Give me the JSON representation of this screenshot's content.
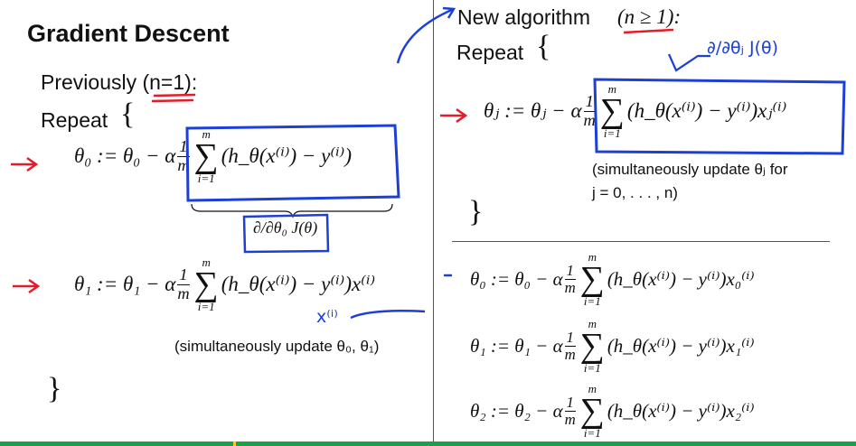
{
  "colors": {
    "ink_blue": "#1d3fd6",
    "ink_red": "#e11d2a",
    "progress": "#16a34a"
  },
  "left": {
    "title": "Gradient Descent",
    "previously": "Previously (n=1):",
    "repeat": "Repeat",
    "open_brace": "{",
    "close_brace": "}",
    "eq_theta0": {
      "lhs": "θ₀ := θ₀ − α",
      "frac_num": "1",
      "frac_den": "m",
      "sum_top": "m",
      "sum_bot": "i=1",
      "body": "(h_θ(x⁽ⁱ⁾) − y⁽ⁱ⁾)"
    },
    "deriv_label": "∂/∂θ₀ J(θ)",
    "eq_theta1": {
      "lhs": "θ₁ := θ₁ − α",
      "frac_num": "1",
      "frac_den": "m",
      "sum_top": "m",
      "sum_bot": "i=1",
      "body": "(h_θ(x⁽ⁱ⁾) − y⁽ⁱ⁾)x⁽ⁱ⁾"
    },
    "simul_note": "(simultaneously update θ₀, θ₁)",
    "hand_xi": "x⁽ⁱ⁾"
  },
  "right": {
    "new_algo": "New algorithm",
    "condition": "(n ≥ 1):",
    "repeat": "Repeat",
    "open_brace": "{",
    "close_brace": "}",
    "hand_deriv": "∂/∂θⱼ J(θ)",
    "eq_thetaj": {
      "lhs": "θⱼ := θⱼ − α",
      "frac_num": "1",
      "frac_den": "m",
      "sum_top": "m",
      "sum_bot": "i=1",
      "body": "(h_θ(x⁽ⁱ⁾) − y⁽ⁱ⁾)xⱼ⁽ⁱ⁾"
    },
    "simul_note_1": "(simultaneously update θⱼ for",
    "simul_note_2": "j = 0, . . . , n)",
    "eq_list": [
      {
        "lhs": "θ₀ := θ₀ − α",
        "frac_num": "1",
        "frac_den": "m",
        "sum_top": "m",
        "sum_bot": "i=1",
        "body": "(h_θ(x⁽ⁱ⁾) − y⁽ⁱ⁾)x₀⁽ⁱ⁾"
      },
      {
        "lhs": "θ₁ := θ₁ − α",
        "frac_num": "1",
        "frac_den": "m",
        "sum_top": "m",
        "sum_bot": "i=1",
        "body": "(h_θ(x⁽ⁱ⁾) − y⁽ⁱ⁾)x₁⁽ⁱ⁾"
      },
      {
        "lhs": "θ₂ := θ₂ − α",
        "frac_num": "1",
        "frac_den": "m",
        "sum_top": "m",
        "sum_bot": "i=1",
        "body": "(h_θ(x⁽ⁱ⁾) − y⁽ⁱ⁾)x₂⁽ⁱ⁾"
      }
    ]
  }
}
